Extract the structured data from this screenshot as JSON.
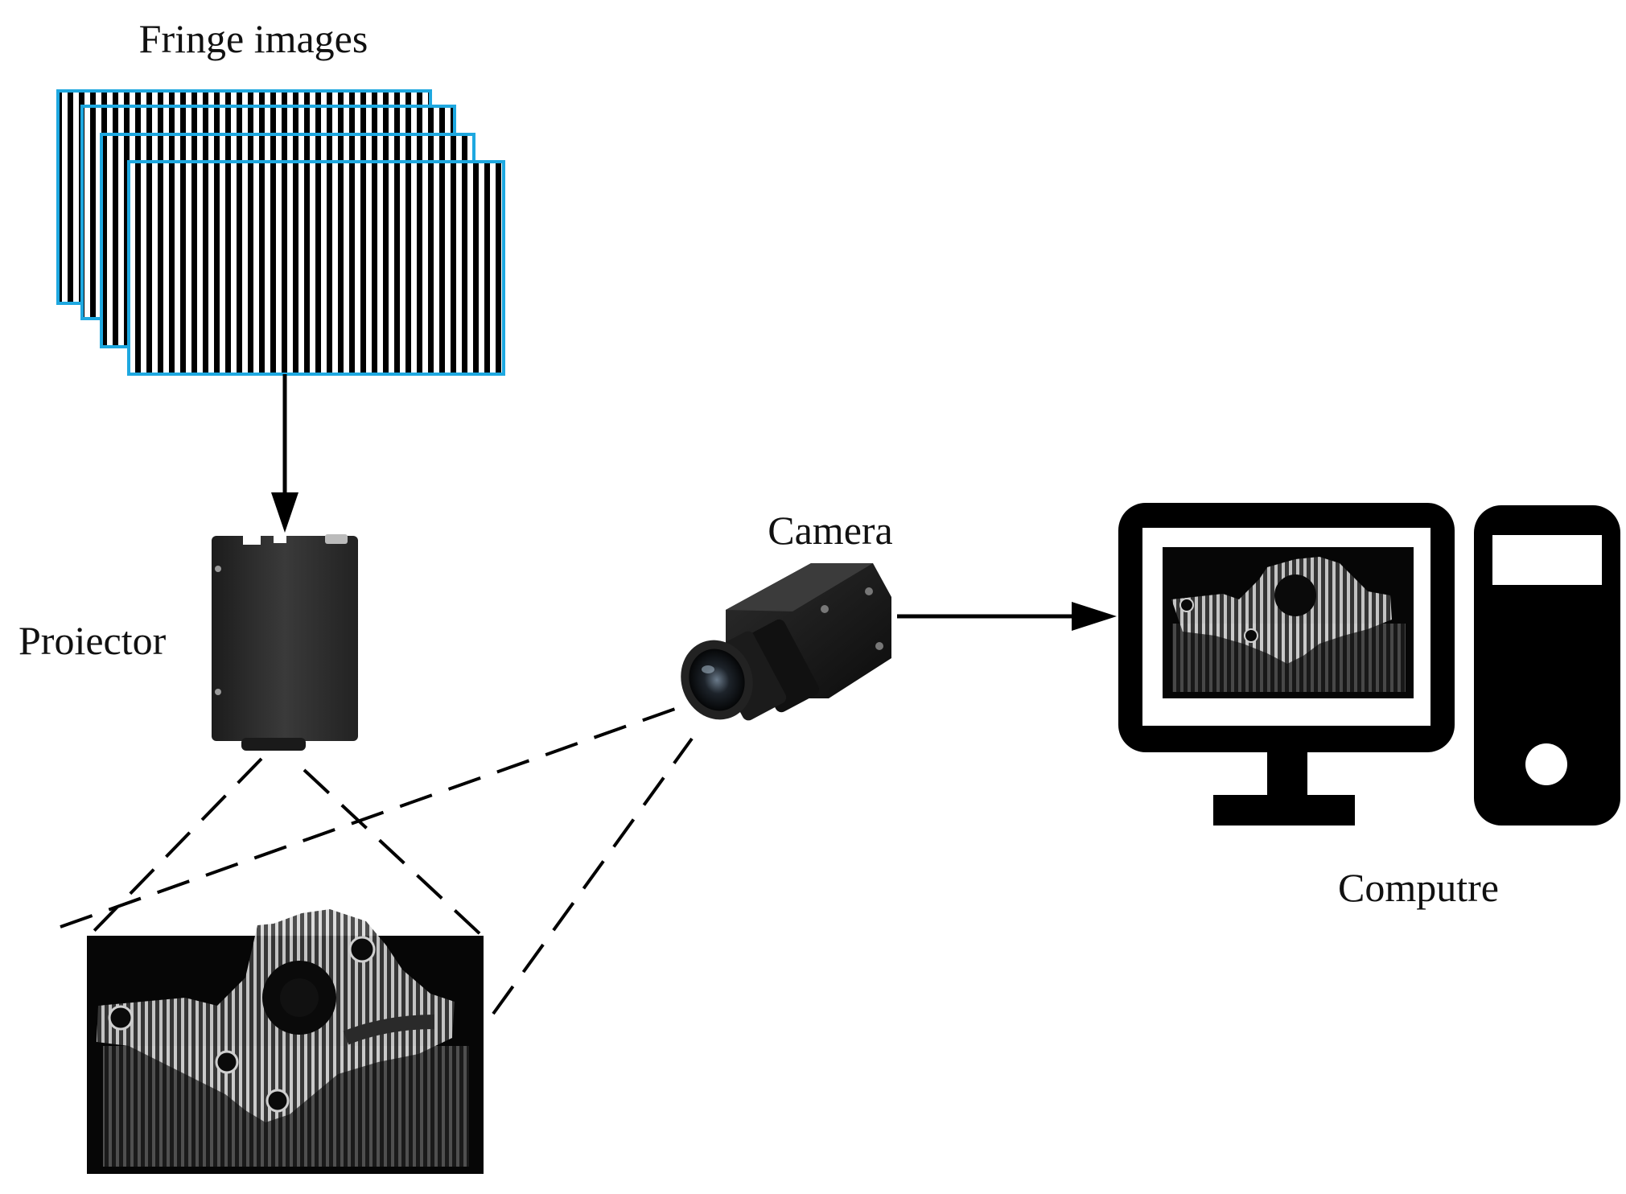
{
  "labels": {
    "fringe_images": "Fringe images",
    "projector": "Proiector",
    "camera": "Camera",
    "computer": "Computre"
  },
  "fringe_stack": {
    "count": 4,
    "frame_color": "#1ea8e0"
  },
  "icons": [
    "projector-icon",
    "camera-icon",
    "monitor-icon",
    "tower-icon"
  ],
  "colors": {
    "ink": "#000000",
    "frame": "#1ea8e0"
  }
}
